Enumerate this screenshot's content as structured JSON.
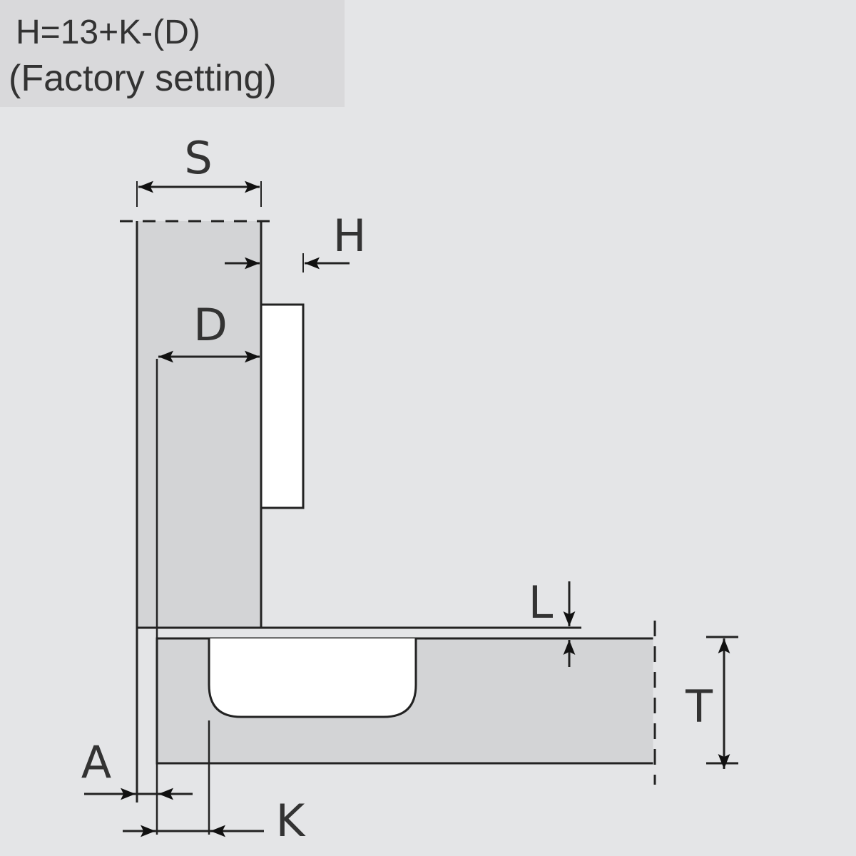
{
  "title": {
    "formula": "H=13+K-(D)",
    "note": "(Factory setting)"
  },
  "dimensions": {
    "S": "S",
    "H": "H",
    "D": "D",
    "L": "L",
    "T": "T",
    "A": "A",
    "K": "K"
  },
  "colors": {
    "background": "#e4e5e7",
    "panel": "#d3d4d6",
    "hinge": "#ffffff",
    "line": "#222222"
  }
}
